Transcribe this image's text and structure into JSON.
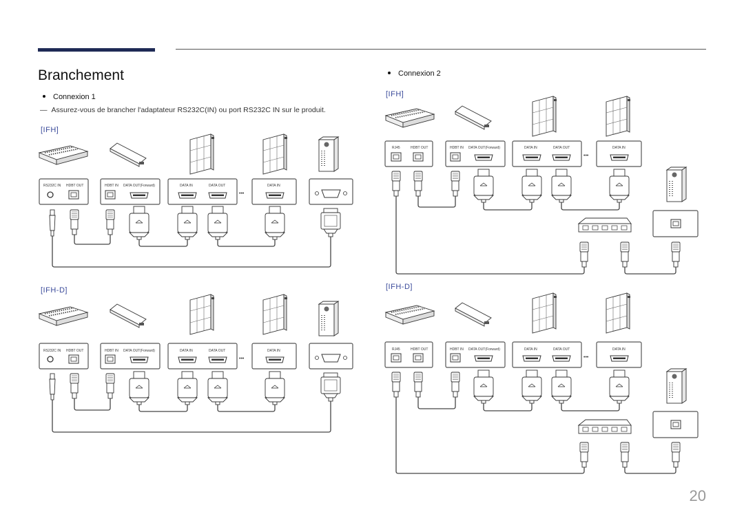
{
  "page": {
    "title": "Branchement",
    "page_number": "20"
  },
  "left": {
    "bullet": "Connexion 1",
    "note_mark": "―",
    "note": "Assurez-vous de brancher l'adaptateur RS232C(IN) ou port RS232C IN sur le produit.",
    "ifh_label": "[IFH]",
    "ifhd_label": "[IFH-D]",
    "ports": {
      "rs232c_in": "RS232C IN",
      "hdbt_out": "HDBT OUT",
      "hdbt_in": "HDBT IN",
      "data_out_fwd": "DATA OUT(Forward)",
      "data_in": "DATA IN",
      "data_out": "DATA OUT",
      "data_in_last": "DATA IN",
      "dots": "•••"
    }
  },
  "right": {
    "bullet": "Connexion 2",
    "ifh_label": "[IFH]",
    "ifhd_label": "[IFH-D]",
    "ports": {
      "rj45": "RJ45",
      "hdbt_out": "HDBT OUT",
      "hdbt_in": "HDBT IN",
      "data_out_fwd": "DATA OUT(Forward)",
      "data_in": "DATA IN",
      "data_out": "DATA OUT",
      "data_in_last": "DATA IN",
      "dots": "•••"
    }
  },
  "colors": {
    "header_bar": "#1e2a55",
    "section_label": "#3a4a9a"
  }
}
